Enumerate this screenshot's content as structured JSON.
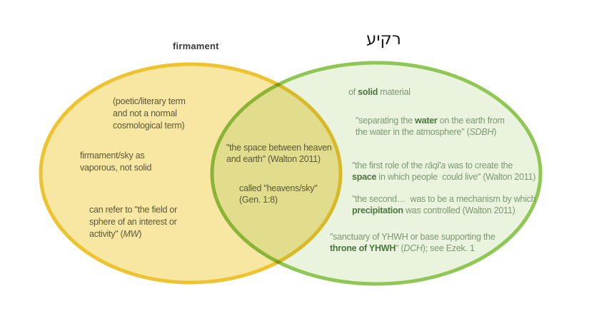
{
  "colors": {
    "yellow_fill": "#F8E7A3",
    "yellow_stroke": "#EDC32F",
    "green_fill": "#E9F3DD",
    "green_stroke": "#8FC754",
    "left_text": "#5C5637",
    "right_text": "#7E9776",
    "right_text_bold": "#4D7540",
    "title_left": "#3A3A3A",
    "title_right": "#161616"
  },
  "diagram": {
    "type": "venn",
    "left_set": {
      "title": "firmament",
      "notes": [
        {
          "lines": [
            [
              {
                "t": "(poetic/literary term"
              }
            ],
            [
              {
                "t": "and not a normal"
              }
            ],
            [
              {
                "t": "cosmological term)"
              }
            ]
          ]
        },
        {
          "lines": [
            [
              {
                "t": "firmament/sky as"
              }
            ],
            [
              {
                "t": "vaporous, not solid"
              }
            ]
          ]
        },
        {
          "lines": [
            [
              {
                "t": "can refer to \"the field or"
              }
            ],
            [
              {
                "t": "sphere of an interest or"
              }
            ],
            [
              {
                "t": "activity\" ("
              },
              {
                "t": "MW",
                "i": true
              },
              {
                "t": ")"
              }
            ]
          ]
        }
      ]
    },
    "overlap": {
      "notes": [
        {
          "lines": [
            [
              {
                "t": "\"the space between heaven"
              }
            ],
            [
              {
                "t": "and earth\" (Walton 2011)"
              }
            ]
          ]
        },
        {
          "lines": [
            [
              {
                "t": "called \"heavens/sky\""
              }
            ],
            [
              {
                "t": "(Gen. 1:8)"
              }
            ]
          ]
        }
      ]
    },
    "right_set": {
      "title": "רקיע",
      "notes": [
        {
          "lines": [
            [
              {
                "t": "of "
              },
              {
                "t": "solid",
                "b": true
              },
              {
                "t": " material"
              }
            ]
          ]
        },
        {
          "lines": [
            [
              {
                "t": "\"separating the "
              },
              {
                "t": "water",
                "b": true
              },
              {
                "t": " on the earth from"
              }
            ],
            [
              {
                "t": "the water in the atmosphere\" ("
              },
              {
                "t": "SDBH",
                "i": true
              },
              {
                "t": ")"
              }
            ]
          ]
        },
        {
          "lines": [
            [
              {
                "t": "\"the first role of the "
              },
              {
                "t": "rāqī'a",
                "i": true
              },
              {
                "t": " was to create the"
              }
            ],
            [
              {
                "t": "space",
                "b": true
              },
              {
                "t": " in which people  could live\" (Walton 2011)"
              }
            ]
          ]
        },
        {
          "lines": [
            [
              {
                "t": "\"the second…  was to be a mechanism by which"
              }
            ],
            [
              {
                "t": "precipitation",
                "b": true
              },
              {
                "t": " was controlled (Walton 2011)"
              }
            ]
          ]
        },
        {
          "lines": [
            [
              {
                "t": "\"sanctuary of YHWH or base supporting the"
              }
            ],
            [
              {
                "t": "throne of YHWH",
                "b": true
              },
              {
                "t": "\" ("
              },
              {
                "t": "DCH",
                "i": true
              },
              {
                "t": "); see Ezek. 1"
              }
            ]
          ]
        }
      ]
    }
  }
}
